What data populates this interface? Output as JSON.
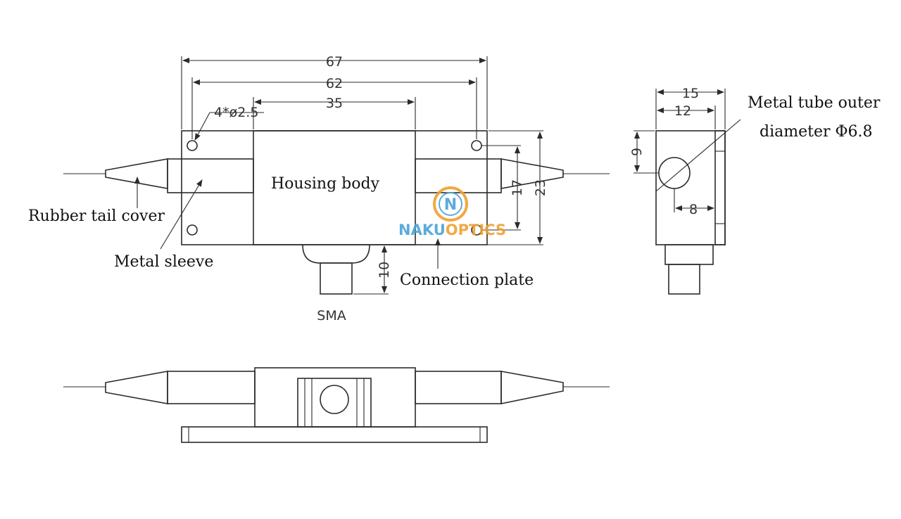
{
  "dimensions": {
    "overall_length": "67",
    "hole_spacing": "62",
    "housing_length": "35",
    "hole_spec": "4*ø2.5",
    "plate_height": "23",
    "hole_vertical_spacing": "17",
    "sma_height": "10",
    "side_width": "15",
    "side_inner_width": "12",
    "tube_center_height": "9",
    "tube_offset": "8"
  },
  "labels": {
    "housing_body": "Housing body",
    "rubber_tail_cover": "Rubber tail cover",
    "metal_sleeve": "Metal sleeve",
    "connection_plate": "Connection plate",
    "sma": "SMA",
    "metal_tube_line1": "Metal tube outer",
    "metal_tube_line2": "diameter Φ6.8"
  },
  "watermark": {
    "logo_letter": "N",
    "text_part1": "NAKU",
    "text_part2": "OPTICS",
    "color_blue": "#4aa3d8",
    "color_orange": "#f0a030"
  }
}
